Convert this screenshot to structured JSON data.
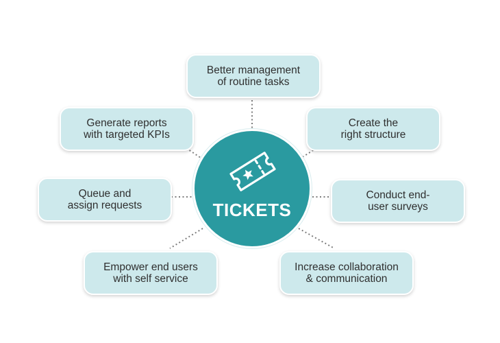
{
  "center": {
    "title": "TICKETS",
    "icon": "ticket-icon"
  },
  "nodes": {
    "routine": "Better management\nof routine tasks",
    "structure": "Create the\nright structure",
    "surveys": "Conduct end-\nuser surveys",
    "collaboration": "Increase collaboration\n& communication",
    "empower": "Empower end users\nwith self service",
    "queue": "Queue and\nassign requests",
    "reports": "Generate reports\nwith targeted KPIs"
  },
  "colors": {
    "hub": "#2a9aa0",
    "node_fill": "#cde9ec",
    "connector": "#7d7d7d"
  }
}
